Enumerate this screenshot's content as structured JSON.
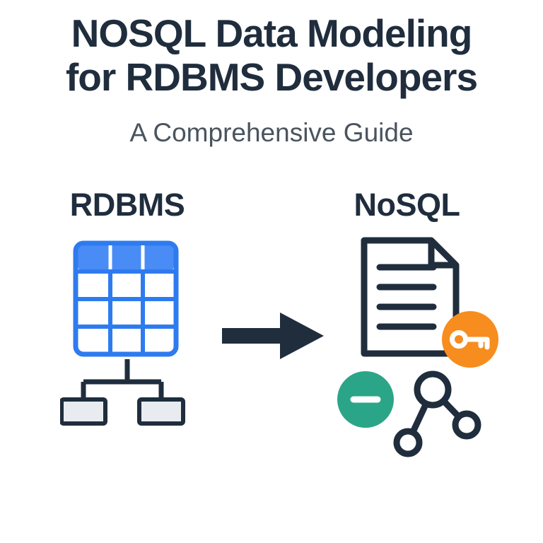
{
  "title": {
    "line1": "NOSQL Data Modeling",
    "line2": "for RDBMS Developers"
  },
  "subtitle": "A Comprehensive Guide",
  "diagram": {
    "left": {
      "label": "RDBMS",
      "icons": [
        "table-icon",
        "hierarchy-icon"
      ]
    },
    "arrow_icon": "right-arrow-icon",
    "right": {
      "label": "NoSQL",
      "icons": [
        "document-icon",
        "key-badge-icon",
        "minus-badge-icon",
        "graph-icon"
      ]
    }
  },
  "colors": {
    "ink": "#1f2d3d",
    "subtitle_gray": "#4a545e",
    "table_border_blue": "#2e7bf0",
    "table_header_blue": "#4a8cf5",
    "badge_orange": "#f78d1e",
    "badge_teal": "#2ba588",
    "box_gray": "#e8ecf0",
    "background": "#ffffff"
  }
}
